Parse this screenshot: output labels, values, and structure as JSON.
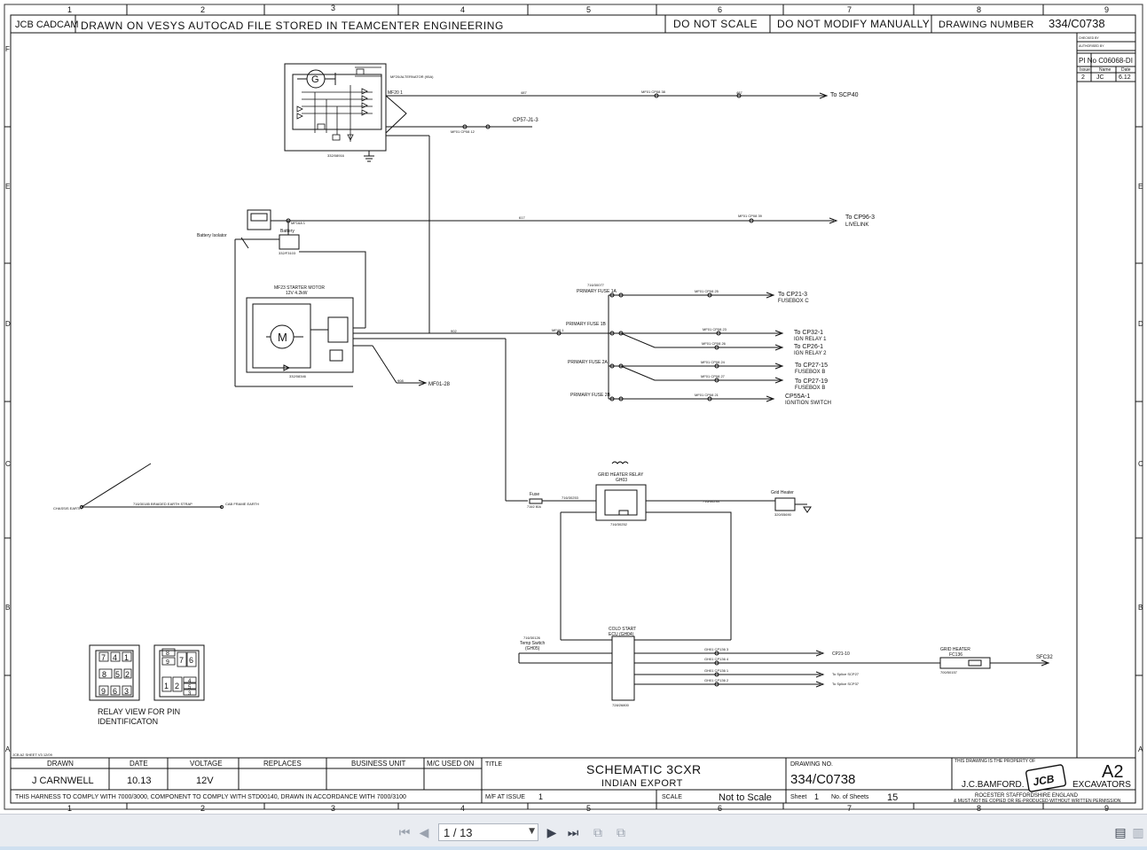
{
  "header": {
    "cadcam": "JCB CADCAM",
    "drawn_on": "DRAWN ON VESYS AUTOCAD FILE STORED IN TEAMCENTER ENGINEERING",
    "do_not_scale": "DO NOT SCALE",
    "do_not_modify": "DO NOT MODIFY MANUALLY",
    "drawing_number_label": "DRAWING NUMBER",
    "drawing_number": "334/C0738"
  },
  "grid": {
    "columns": [
      "1",
      "2",
      "3",
      "4",
      "5",
      "6",
      "7",
      "8",
      "9"
    ],
    "rows": [
      "F",
      "E",
      "D",
      "C",
      "B",
      "A"
    ]
  },
  "revision": {
    "pi_no": "PI No C06068-DI",
    "issue_label": "Issue",
    "name_label": "Name",
    "date_label": "Date",
    "issue": "2",
    "name": "JC",
    "date": "6.12",
    "checked_by": "CHECKED BY",
    "authorized_by": "AUTHORISED BY"
  },
  "components": {
    "alternator_g": "G",
    "alternator_label": "MF20/ALTERNATOR (95A)",
    "alternator_part": "332/08916",
    "to_scp40": "To SCP40",
    "mf20_1": "MF20 1",
    "wire_487a": "487",
    "mf01_cp08_38": "MF01 CP08 38",
    "wire_487b": "487",
    "cp57": "CP57-J1-3",
    "mf01_cp08_12": "MF01 CP08 12",
    "battery_isolator": "Battery Isolator",
    "battery": "Battery",
    "battery_part": "332/F3103",
    "mf16a_1": "MF16A 1",
    "wire_617": "617",
    "mf01_cp08_39": "MF01 CP08 39",
    "to_cp96": "To CP96-3",
    "livelink": "LIVELINK",
    "starter_title": "MF23 STARTER MOTOR",
    "starter_spec": "12V 4.2kW",
    "starter_m": "M",
    "starter_part": "332/08346",
    "mf01_28": "MF01-28",
    "wire_908": "908",
    "pf_1a_part": "716/30077",
    "pf_1a": "PRIMARY FUSE 1A",
    "pf_1b": "PRIMARY FUSE 1B",
    "pf_2a": "PRIMARY FUSE 2A",
    "pf_2b": "PRIMARY FUSE 2B",
    "mf49_1": "MF49 1",
    "wire_902": "902",
    "to_cp21": "To CP21-3",
    "fusebox_c": "FUSEBOX C",
    "to_cp32": "To CP32-1",
    "ign_relay_1": "IGN RELAY 1",
    "to_cp26": "To CP26-1",
    "ign_relay_2": "IGN RELAY 2",
    "to_cp27_15": "To CP27-15",
    "fusebox_b1": "FUSEBOX B",
    "to_cp27_19": "To CP27-19",
    "fusebox_b2": "FUSEBOX B",
    "cp55a": "CP55A-1",
    "ignition_switch": "IGNITION SWITCH",
    "cp08_25": "MF01 CP08 25",
    "cp08_23": "MF01 CP08 23",
    "cp08_26": "MF01 CP08 26",
    "cp08_24": "MF01 CP08 24",
    "cp08_27": "MF01 CP08 27",
    "cp08_21": "MF01 CP08 21",
    "earth_strap": "716/30185 BRAIDED EARTH STRAP",
    "chassis_earth": "CHASSIS EARTH",
    "cab_frame_earth": "CAB FRAME EARTH",
    "fuse": "Fuse",
    "fuse_rating": "716/2 80A",
    "grid_heater_relay": "GRID HEATER RELAY",
    "gh03": "GH03",
    "relay_part": "716/30252",
    "wire_716_30253": "716/30253",
    "wire_716_30234": "716/30234",
    "grid_heater": "Grid Heater",
    "grid_heater_part": "320/05690",
    "cold_start": "COLD START",
    "ecu_gh04": "ECU (GH04)",
    "ecu_part": "728/26800",
    "temp_part": "716/30126",
    "temp_switch": "Temp Switch",
    "gh05": "(GH05)",
    "gh01_3": "GH01 CP136 3",
    "gh01_4": "GH01 CP136 4",
    "gh01_1": "GH01 CP136 1",
    "gh01_2": "GH01 CP136 2",
    "to_cp21_10": "CP21-10",
    "to_scp27": "To Splice SCP27",
    "to_scp37": "To Splice SCP37",
    "gh_fc136_a": "GRID HEATER",
    "gh_fc136_b": "FC136",
    "gh_fc136_part": "700/50157",
    "sfc32": "SFC32",
    "relay_view_1": "RELAY VIEW FOR PIN",
    "relay_view_2": "IDENTIFICATON"
  },
  "relay_pins_left": [
    "7",
    "4",
    "1",
    "8",
    "5",
    "2",
    "9",
    "6",
    "3"
  ],
  "relay_pins_right": [
    "8",
    "9",
    "7",
    "6",
    "1",
    "2",
    "4",
    "5",
    "3"
  ],
  "title_block": {
    "sheet_spec": "JCB A2 SHEET V3 12/09",
    "drawn_label": "DRAWN",
    "drawn": "J CARNWELL",
    "date_label": "DATE",
    "date": "10.13",
    "voltage_label": "VOLTAGE",
    "voltage": "12V",
    "replaces_label": "REPLACES",
    "business_unit_label": "BUSINESS UNIT",
    "mc_used_on_label": "M/C USED ON",
    "title_label": "TITLE",
    "title_line1": "SCHEMATIC 3CXR",
    "title_line2": "INDIAN EXPORT",
    "drawing_no_label": "DRAWING NO.",
    "drawing_no": "334/C0738",
    "property_note": "THIS DRAWING IS THE PROPERTY OF",
    "size": "A2",
    "company": "J.C.BAMFORD.",
    "logo": "JCB",
    "division": "EXCAVATORS",
    "address": "ROCESTER   STAFFORDSHIRE   ENGLAND",
    "copy_notice": "& MUST NOT BE COPIED OR RE-PRODUCED WITHOUT WRITTEN PERMISSION",
    "harness_note": "THIS HARNESS TO COMPLY WITH 7000/3000, COMPONENT TO COMPLY WITH STD00140, DRAWN IN ACCORDANCE WITH 7000/3100",
    "mf_at_issue_label": "M/F AT ISSUE",
    "mf_at_issue": "1",
    "scale_label": "SCALE",
    "scale": "Not to Scale",
    "sheet_label": "Sheet",
    "sheet": "1",
    "sheets_label": "No. of Sheets",
    "sheets": "15"
  },
  "viewer": {
    "page_indicator": "1 / 13",
    "colors": {
      "toolbar_bg": "#e9ecf1",
      "ink": "#111111"
    }
  }
}
